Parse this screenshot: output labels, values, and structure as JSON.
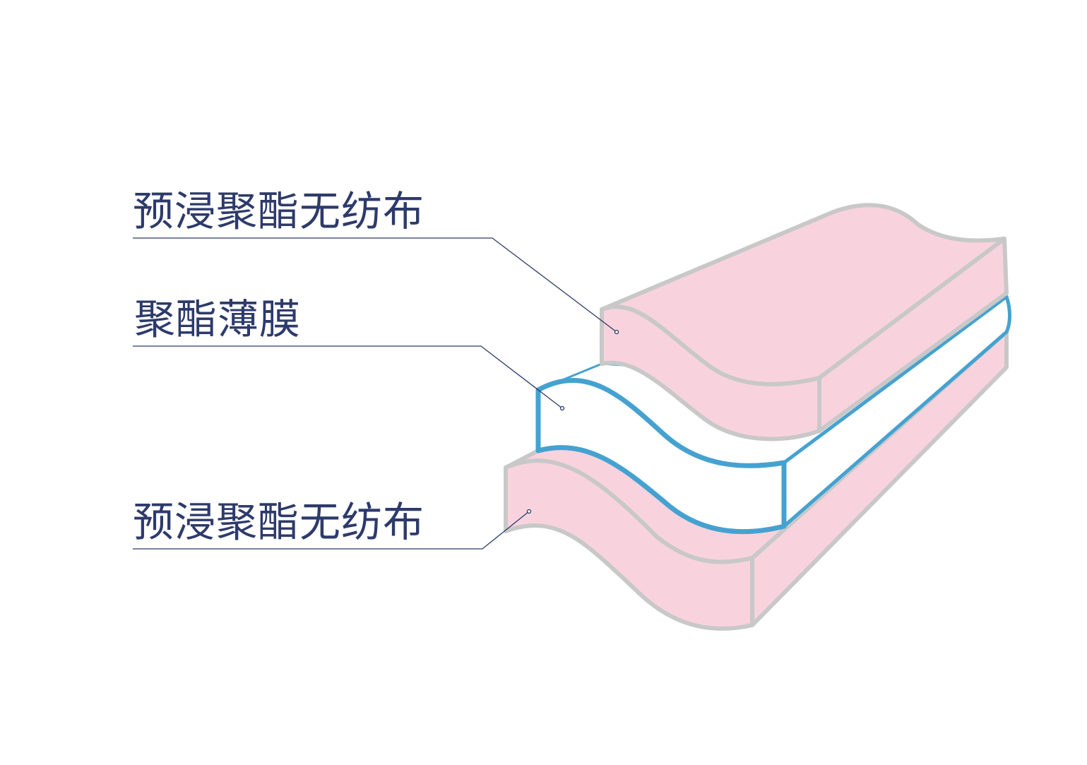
{
  "labels": {
    "top_layer": "预浸聚酯无纺布",
    "middle_layer": "聚酯薄膜",
    "bottom_layer": "预浸聚酯无纺布"
  },
  "colors": {
    "fabric_fill": "#f8d3de",
    "fabric_outline": "#c8c8c8",
    "film_outline": "#45a2d0",
    "film_fill": "#ffffff",
    "label_text": "#2d3a6b"
  }
}
